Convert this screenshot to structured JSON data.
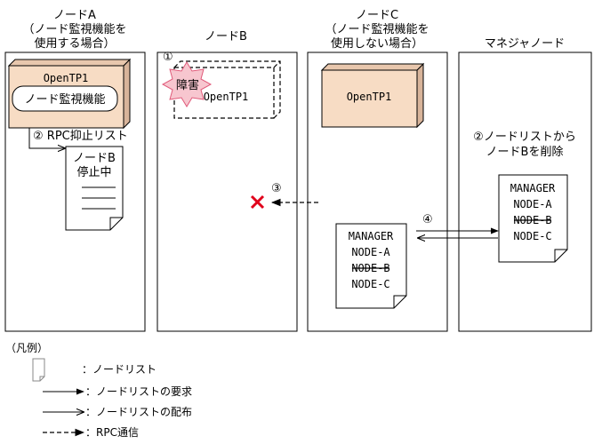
{
  "nodes": {
    "a": {
      "line1": "ノードA",
      "line2": "（ノード監視機能を",
      "line3": "使用する場合）"
    },
    "b": {
      "line1": "ノードB"
    },
    "c": {
      "line1": "ノードC",
      "line2": "（ノード監視機能を",
      "line3": "使用しない場合）"
    },
    "manager": {
      "line1": "マネジャノード"
    }
  },
  "node_a": {
    "box_title": "OpenTP1",
    "feature": "ノード監視機能",
    "step2_label": "② RPC抑止リスト",
    "doc_line1": "ノードB",
    "doc_line2": "停止中"
  },
  "node_b": {
    "step1": "①",
    "failure": "障害",
    "box_title": "OpenTP1"
  },
  "node_c": {
    "box_title": "OpenTP1",
    "step3": "③",
    "step4": "④",
    "list": [
      "MANAGER",
      "NODE-A",
      "NODE-B",
      "NODE-C"
    ]
  },
  "manager": {
    "step2_line1": "②ノードリストから",
    "step2_line2": "ノードBを削除",
    "list": [
      "MANAGER",
      "NODE-A",
      "NODE-B",
      "NODE-C"
    ]
  },
  "legend": {
    "title": "（凡例）",
    "doc": "：ノードリスト",
    "request": "：ノードリストの要求",
    "distribute": "：ノードリストの配布",
    "rpc": "：RPC通信"
  },
  "colors": {
    "box_fill": "#f7dcc4",
    "box_side": "#d8b49a",
    "burst_fill": "#f7c6cf",
    "burst_stroke": "#e05a7a",
    "cross": "#e0001b"
  }
}
